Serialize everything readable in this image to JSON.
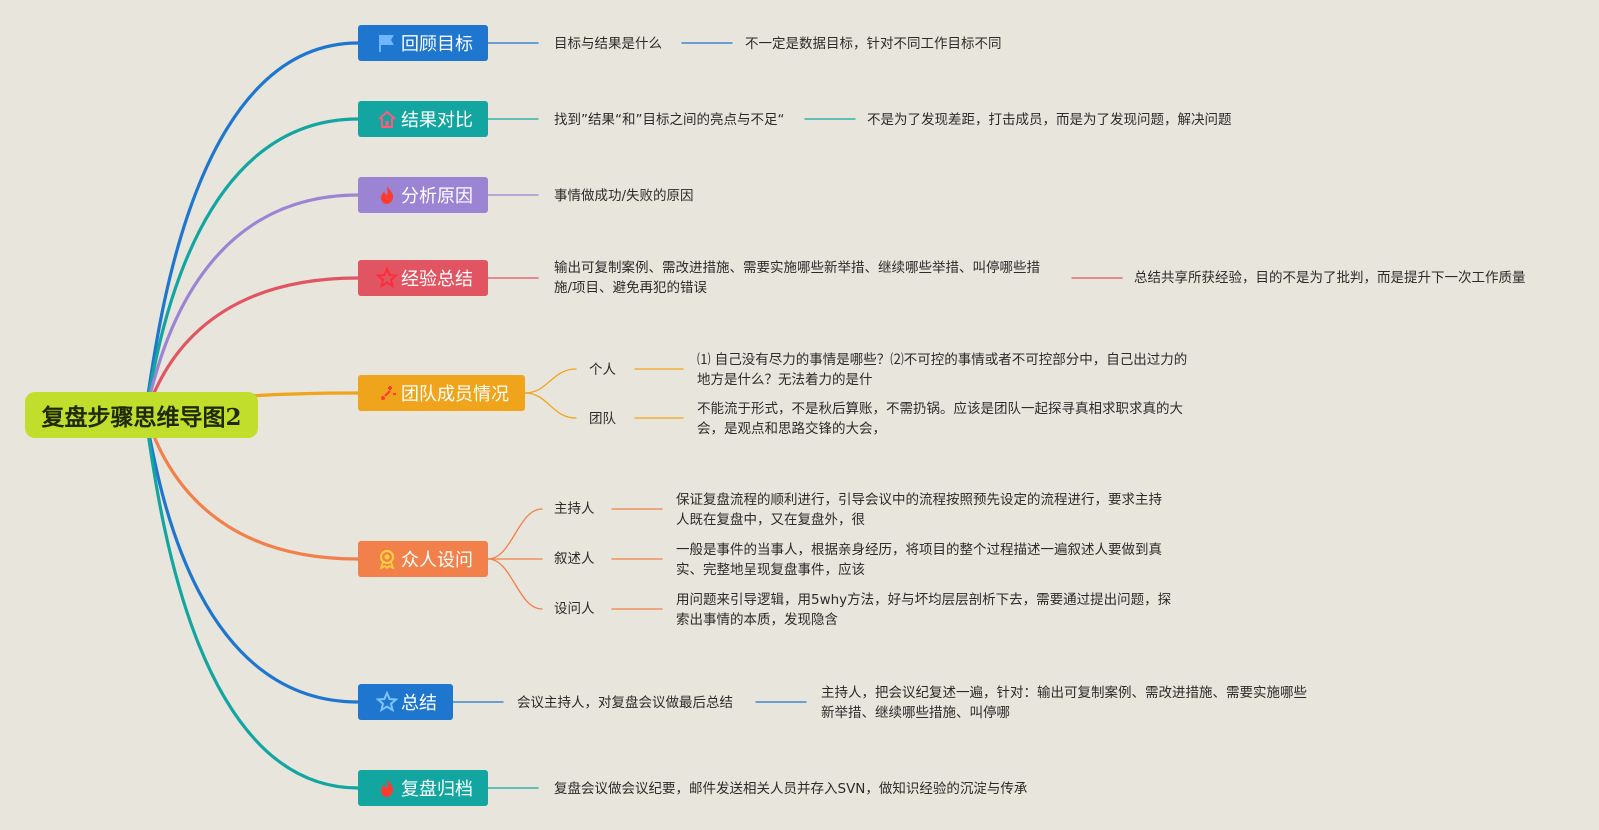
{
  "root": {
    "title": "复盘步骤思维导图2"
  },
  "colors": {
    "blue": "#1e76cf",
    "teal": "#13a6a0",
    "purple": "#9b84d3",
    "red": "#e05561",
    "orange_yellow": "#f0a41b",
    "orange": "#f2804a"
  },
  "topics": [
    {
      "id": "t1",
      "label": "回顾目标",
      "icon": "flag-icon",
      "details": [
        "目标与结果是什么",
        "不一定是数据目标，针对不同工作目标不同"
      ]
    },
    {
      "id": "t2",
      "label": "结果对比",
      "icon": "house-icon",
      "details": [
        "找到”结果“和”目标之间的亮点与不足“",
        "不是为了发现差距，打击成员，而是为了发现问题，解决问题"
      ]
    },
    {
      "id": "t3",
      "label": "分析原因",
      "icon": "flame-icon",
      "details": [
        "事情做成功/失败的原因"
      ]
    },
    {
      "id": "t4",
      "label": "经验总结",
      "icon": "star-icon",
      "details": [
        "输出可复制案例、需改进措施、需要实施哪些新举措、继续哪些举措、叫停哪些措施/项目、避免再犯的错误",
        "总结共享所获经验，目的不是为了批判，而是提升下一次工作质量"
      ]
    },
    {
      "id": "t5",
      "label": "团队成员情况",
      "icon": "sparkle-icon",
      "subs": [
        {
          "label": "个人",
          "detail": "⑴ 自己没有尽力的事情是哪些？⑵不可控的事情或者不可控部分中，自己出过力的地方是什么？无法着力的是什"
        },
        {
          "label": "团队",
          "detail": "不能流于形式，不是秋后算账，不需扔锅。应该是团队一起探寻真相求职求真的大会，是观点和思路交锋的大会，"
        }
      ]
    },
    {
      "id": "t6",
      "label": "众人设问",
      "icon": "badge-icon",
      "subs": [
        {
          "label": "主持人",
          "detail": "保证复盘流程的顺利进行，引导会议中的流程按照预先设定的流程进行，要求主持人既在复盘中，又在复盘外，很"
        },
        {
          "label": "叙述人",
          "detail": "一般是事件的当事人，根据亲身经历，将项目的整个过程描述一遍叙述人要做到真实、完整地呈现复盘事件，应该"
        },
        {
          "label": "设问人",
          "detail": "用问题来引导逻辑，用5why方法，好与坏均层层剖析下去，需要通过提出问题，探索出事情的本质，发现隐含"
        }
      ]
    },
    {
      "id": "t7",
      "label": "总结",
      "icon": "star-outline-icon",
      "details": [
        "会议主持人，对复盘会议做最后总结",
        "主持人，把会议纪复述一遍，针对：输出可复制案例、需改进措施、需要实施哪些新举措、继续哪些措施、叫停哪"
      ]
    },
    {
      "id": "t8",
      "label": "复盘归档",
      "icon": "flame-icon",
      "details": [
        "复盘会议做会议纪要，邮件发送相关人员并存入SVN，做知识经验的沉淀与传承"
      ]
    }
  ]
}
